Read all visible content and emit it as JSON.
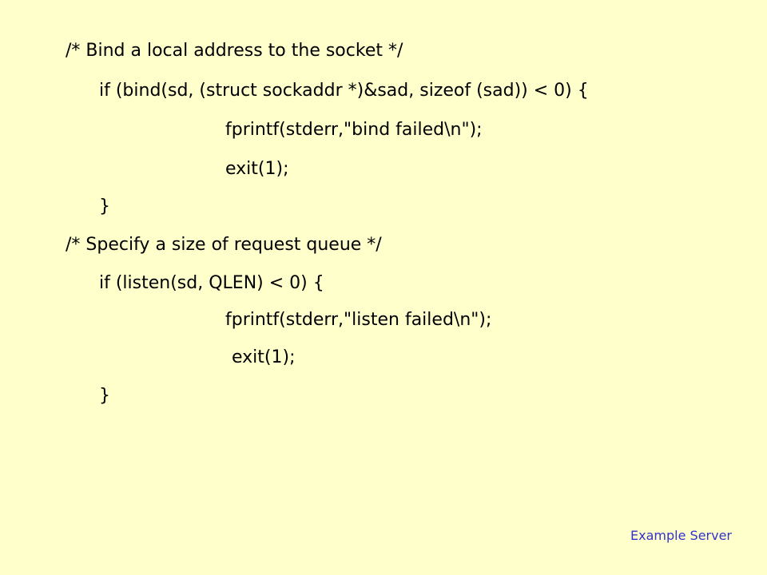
{
  "slide": {
    "lines": [
      "/* Bind a local address to the socket */",
      "if (bind(sd, (struct sockaddr *)&sad, sizeof (sad)) < 0) {",
      "fprintf(stderr,\"bind failed\\n\");",
      "exit(1);",
      "}",
      "/* Specify a size of request queue */",
      "if (listen(sd, QLEN) < 0) {",
      "fprintf(stderr,\"listen failed\\n\");",
      "exit(1);",
      "}"
    ],
    "footer": "Example Server",
    "colors": {
      "background": "#ffffcc",
      "text": "#000000",
      "footer": "#3333cc"
    }
  }
}
